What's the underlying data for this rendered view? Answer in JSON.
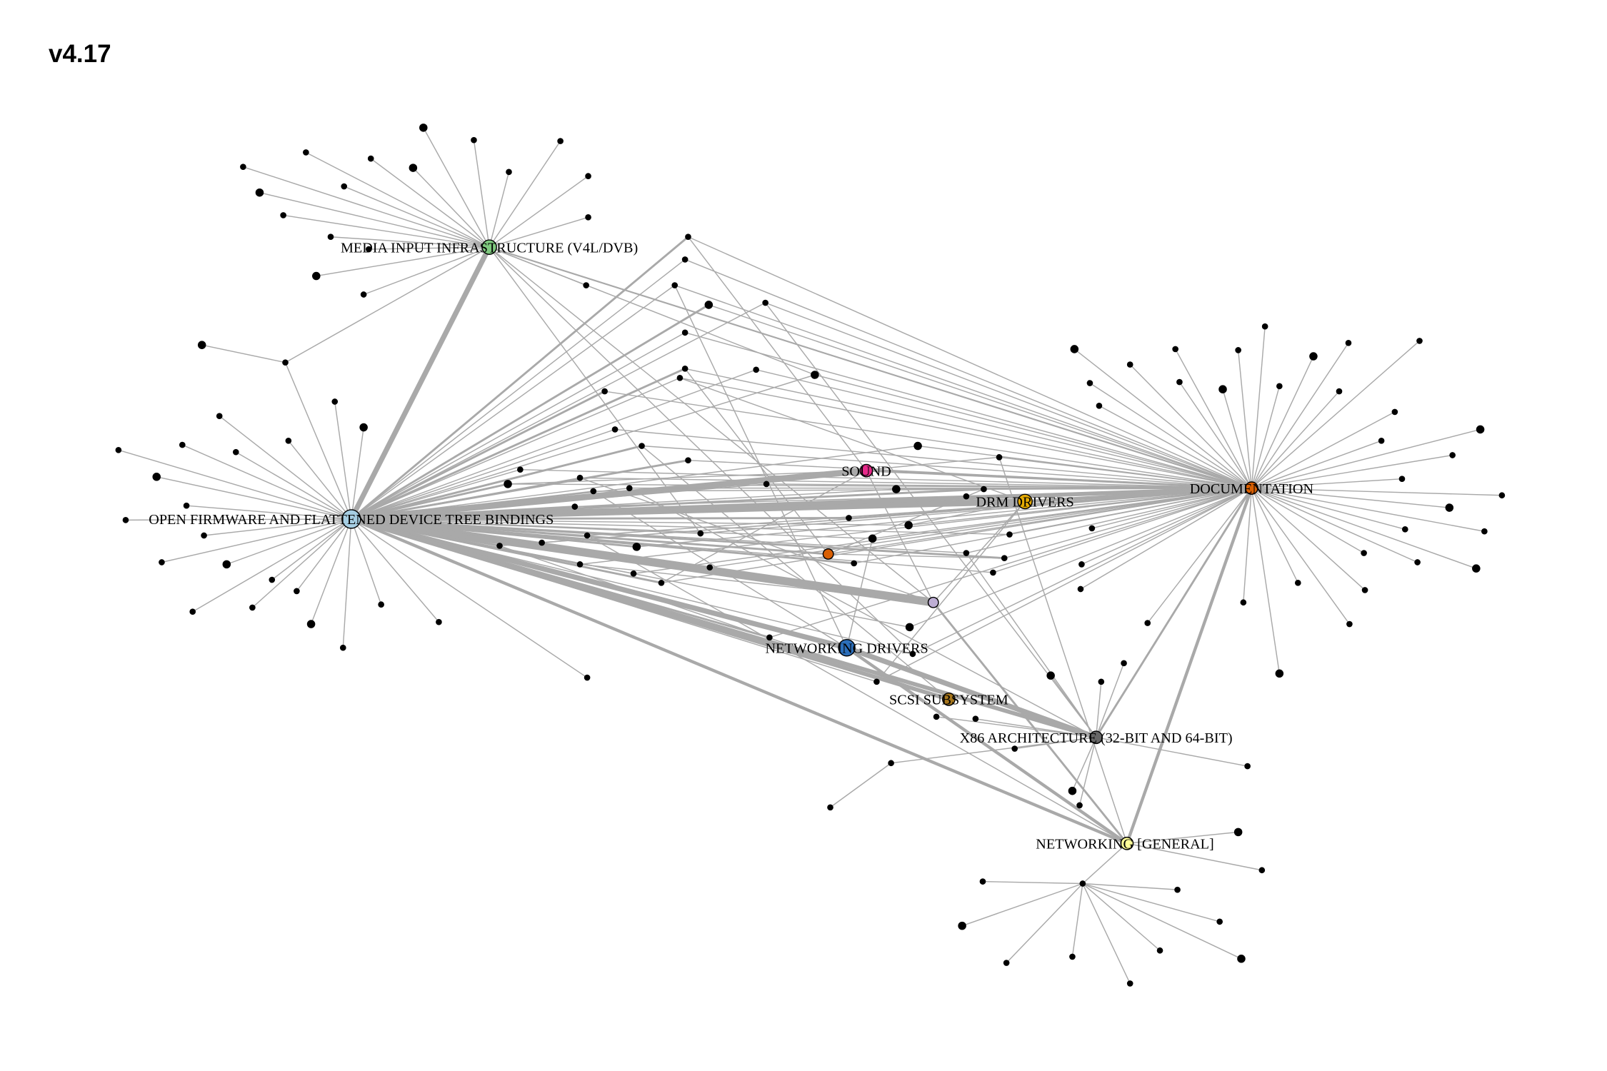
{
  "title": "v4.17",
  "colors": {
    "edge": "#a9a9a9",
    "leaf": "#000000",
    "stroke": "#000000"
  },
  "hubs": [
    {
      "id": "of",
      "label": "OPEN FIRMWARE AND FLATTENED DEVICE TREE BINDINGS",
      "color": "#a6cee3"
    },
    {
      "id": "media",
      "label": "MEDIA INPUT INFRASTRUCTURE (V4L/DVB)",
      "color": "#7fc97f"
    },
    {
      "id": "doc",
      "label": "DOCUMENTATION",
      "color": "#d95f02"
    },
    {
      "id": "drm",
      "label": "DRM DRIVERS",
      "color": "#e6ab02"
    },
    {
      "id": "sound",
      "label": "SOUND",
      "color": "#e7298a"
    },
    {
      "id": "netdrv",
      "label": "NETWORKING DRIVERS",
      "color": "#2c6fbb"
    },
    {
      "id": "scsi",
      "label": "SCSI SUBSYSTEM",
      "color": "#a6761d"
    },
    {
      "id": "x86",
      "label": "X86 ARCHITECTURE (32-BIT AND 64-BIT)",
      "color": "#666666"
    },
    {
      "id": "netgen",
      "label": "NETWORKING [GENERAL]",
      "color": "#ffff99"
    },
    {
      "id": "u1",
      "label": "",
      "color": "#d95f02"
    },
    {
      "id": "u2",
      "label": "",
      "color": "#beaed4"
    }
  ]
}
